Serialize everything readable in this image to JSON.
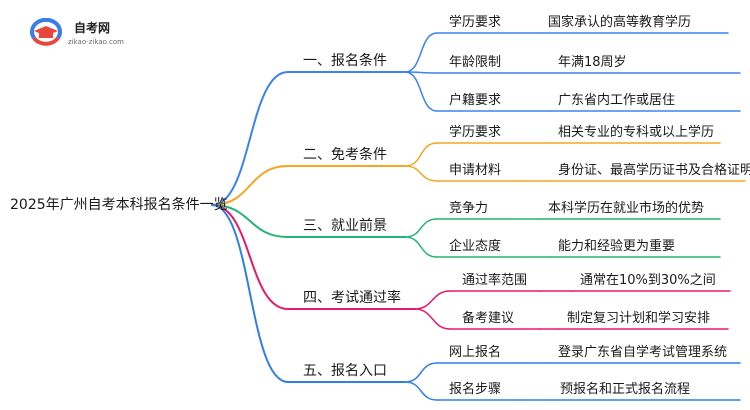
{
  "logo": {
    "title": "自考网",
    "subtitle": "zikao-zikao.com",
    "icon": "graduation-cap-icon",
    "accent": "#e8463b",
    "accent2": "#3b7de8"
  },
  "root": "2025年广州自考本科报名条件一览",
  "branches": [
    {
      "label": "一、报名条件",
      "color": "#3b82f6",
      "items": [
        {
          "key": "学历要求",
          "value": "国家承认的高等教育学历"
        },
        {
          "key": "年龄限制",
          "value": "年满18周岁"
        },
        {
          "key": "户籍要求",
          "value": "广东省内工作或居住"
        }
      ]
    },
    {
      "label": "二、免考条件",
      "color": "#f5a623",
      "items": [
        {
          "key": "学历要求",
          "value": "相关专业的专科或以上学历"
        },
        {
          "key": "申请材料",
          "value": "身份证、最高学历证书及合格证明"
        }
      ]
    },
    {
      "label": "三、就业前景",
      "color": "#22b573",
      "items": [
        {
          "key": "竞争力",
          "value": "本科学历在就业市场的优势"
        },
        {
          "key": "企业态度",
          "value": "能力和经验更为重要"
        }
      ]
    },
    {
      "label": "四、考试通过率",
      "color": "#e8186f",
      "items": [
        {
          "key": "通过率范围",
          "value": "通常在10%到30%之间"
        },
        {
          "key": "备考建议",
          "value": "制定复习计划和学习安排"
        }
      ]
    },
    {
      "label": "五、报名入口",
      "color": "#2f7fe8",
      "items": [
        {
          "key": "网上报名",
          "value": "登录广东省自学考试管理系统"
        },
        {
          "key": "报名步骤",
          "value": "预报名和正式报名流程"
        }
      ]
    }
  ]
}
